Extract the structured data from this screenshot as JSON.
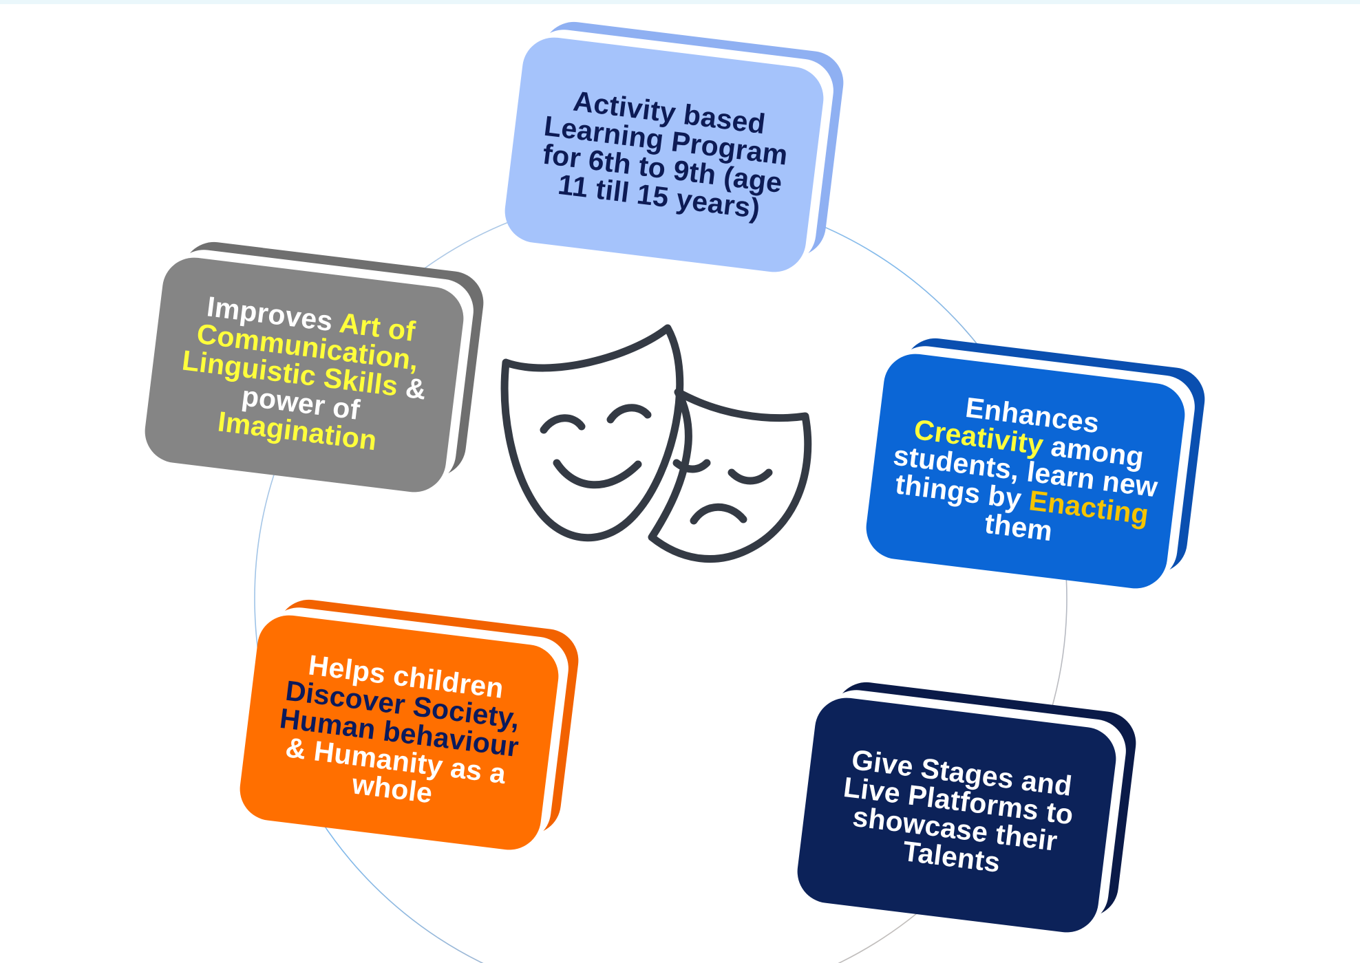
{
  "diagram": {
    "center_icon": "theater-masks-icon",
    "cards": [
      {
        "id": "top",
        "colors": {
          "front": "#a5c3fb",
          "text": "#0d1b55"
        },
        "segments": [
          {
            "text": "Activity based Learning Program for 6th to 9th (age 11 till 15 years)",
            "style": "navy"
          }
        ]
      },
      {
        "id": "right",
        "colors": {
          "front": "#0b66d6",
          "text": "#ffffff",
          "highlight": "#ffff3b"
        },
        "segments": [
          {
            "text": "Enhances ",
            "style": "white"
          },
          {
            "text": "Creativity",
            "style": "hl-yellow"
          },
          {
            "text": " among students, learn new things by ",
            "style": "white"
          },
          {
            "text": "Enacting",
            "style": "hl-gold"
          },
          {
            "text": " them",
            "style": "white"
          }
        ]
      },
      {
        "id": "bottom-right",
        "colors": {
          "front": "#0c2259",
          "text": "#ffffff"
        },
        "segments": [
          {
            "text": "Give Stages and Live Platforms to showcase their Talents",
            "style": "white"
          }
        ]
      },
      {
        "id": "bottom-left",
        "colors": {
          "front": "#ff6f00",
          "text": "#ffffff",
          "highlight": "#0b1a5c"
        },
        "segments": [
          {
            "text": "Helps children ",
            "style": "white"
          },
          {
            "text": "Discover Society, Human behaviour",
            "style": "hl-navy"
          },
          {
            "text": " & Humanity as a whole",
            "style": "white"
          }
        ]
      },
      {
        "id": "left",
        "colors": {
          "front": "#858585",
          "text": "#ffffff",
          "highlight": "#ffff3b"
        },
        "segments": [
          {
            "text": "Improves ",
            "style": "white"
          },
          {
            "text": "Art of Communication, Linguistic Skills",
            "style": "hl-yellow"
          },
          {
            "text": " & power of ",
            "style": "white"
          },
          {
            "text": "Imagination",
            "style": "hl-yellow"
          }
        ]
      }
    ]
  }
}
